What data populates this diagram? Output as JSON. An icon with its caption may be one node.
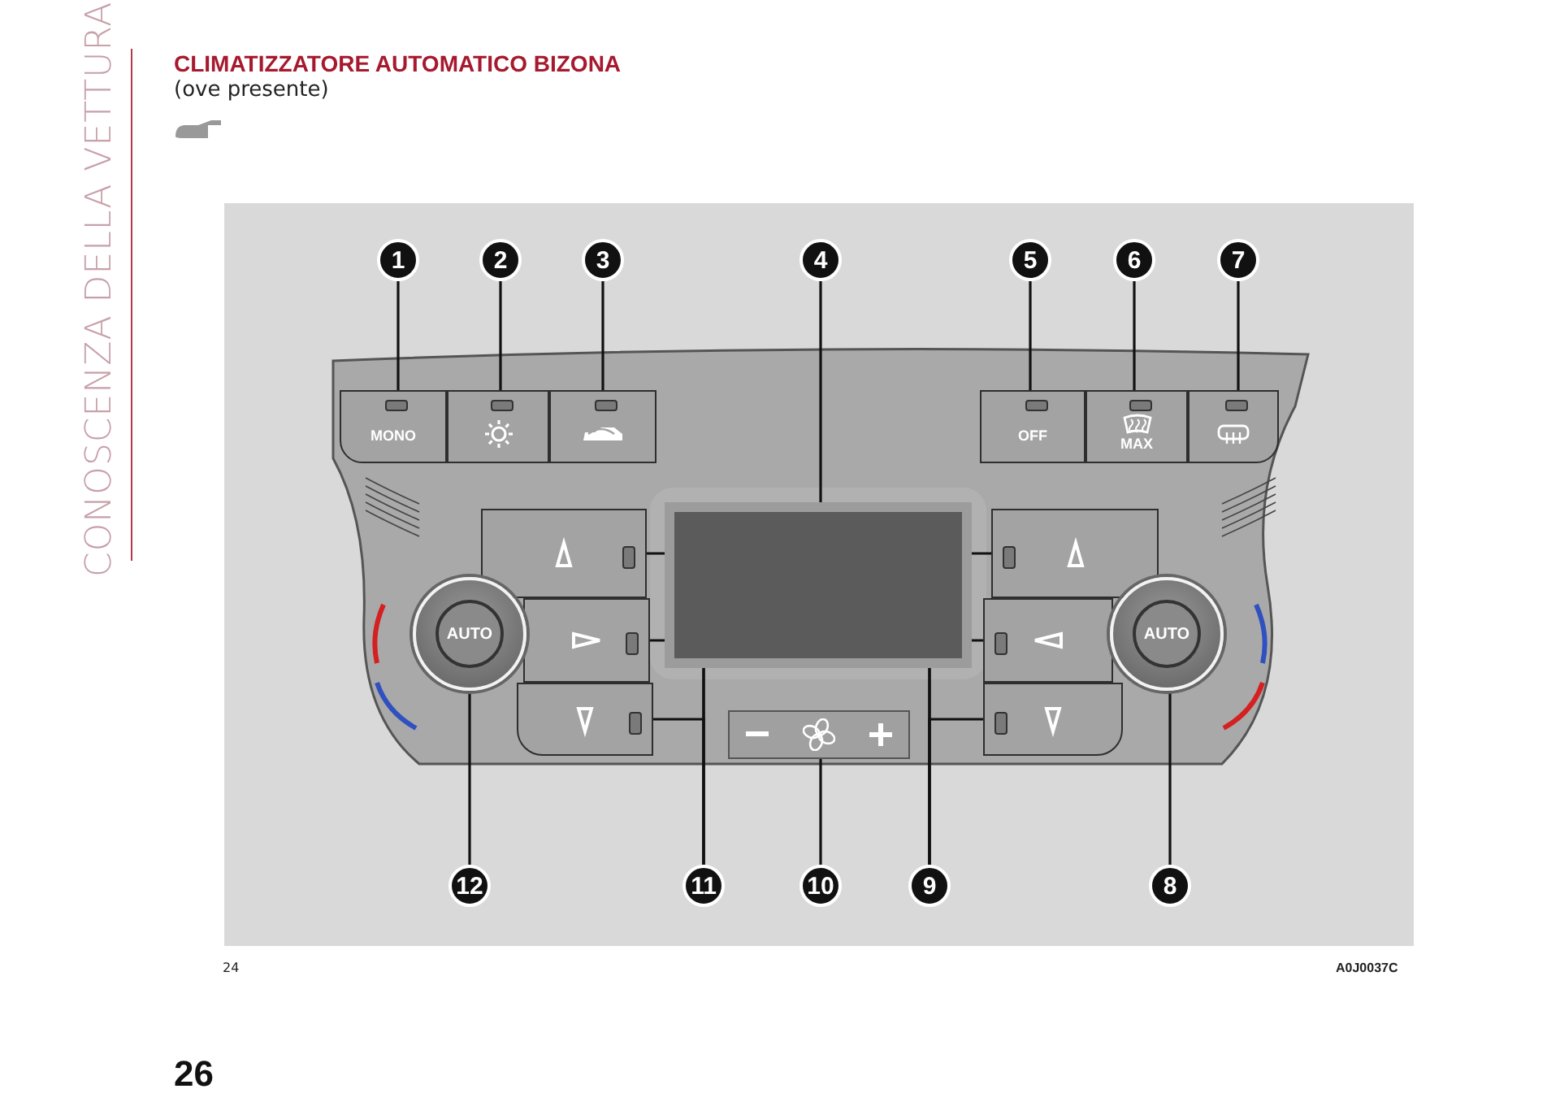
{
  "diagram": {
    "title": "CLIMATIZZATORE AUTOMATICO BIZONA",
    "nodes": [
      {
        "text": [
          "1"
        ]
      },
      {
        "text": [
          "2"
        ]
      },
      {
        "text": [
          "3"
        ]
      },
      {
        "text": [
          "4"
        ]
      },
      {
        "text": [
          "5"
        ]
      },
      {
        "text": [
          "6"
        ]
      },
      {
        "text": [
          "7"
        ]
      },
      {
        "text": [
          "MONO"
        ]
      },
      {
        "text": [],
        "shape": "box"
      },
      {
        "text": [],
        "shape": "box"
      },
      {
        "text": [],
        "shape": "box"
      },
      {
        "text": [
          "OFF"
        ]
      },
      {
        "text": [
          "MAX"
        ]
      },
      {
        "text": [],
        "shape": "box"
      },
      {
        "text": [],
        "shape": "box"
      },
      {
        "text": [],
        "shape": "box"
      },
      {
        "text": [],
        "shape": "box"
      },
      {
        "text": [],
        "shape": "box"
      },
      {
        "text": [],
        "shape": "box"
      },
      {
        "text": [],
        "shape": "box"
      },
      {
        "text": [
          "AUTO"
        ]
      },
      {
        "text": [
          "AUTO"
        ]
      },
      {
        "text": [],
        "shape": "box"
      },
      {
        "text": [
          "12"
        ]
      },
      {
        "text": [
          "11"
        ]
      },
      {
        "text": [
          "10"
        ]
      },
      {
        "text": [
          "9"
        ]
      },
      {
        "text": [
          "8"
        ]
      }
    ],
    "edges": [
      {
        "from": 0,
        "to": 7,
        "arrow": "none"
      },
      {
        "from": 1,
        "to": 8,
        "arrow": "none"
      },
      {
        "from": 2,
        "to": 9,
        "arrow": "none"
      },
      {
        "from": 3,
        "to": 10,
        "arrow": "none"
      },
      {
        "from": 4,
        "to": 11,
        "arrow": "none"
      },
      {
        "from": 5,
        "to": 12,
        "arrow": "none"
      },
      {
        "from": 6,
        "to": 13,
        "arrow": "none"
      },
      {
        "from": 23,
        "to": 20,
        "arrow": "none"
      },
      {
        "from": 24,
        "to": 14,
        "arrow": "none"
      },
      {
        "from": 24,
        "to": 15,
        "arrow": "none"
      },
      {
        "from": 24,
        "to": 16,
        "arrow": "none"
      },
      {
        "from": 25,
        "to": 22,
        "arrow": "none"
      },
      {
        "from": 26,
        "to": 17,
        "arrow": "none"
      },
      {
        "from": 26,
        "to": 18,
        "arrow": "none"
      },
      {
        "from": 26,
        "to": 19,
        "arrow": "none"
      },
      {
        "from": 27,
        "to": 21,
        "arrow": "none"
      }
    ],
    "labels": [
      "CONOSCENZA DELLA VETTURA",
      "(ove presente)",
      "24",
      "A0J0037C",
      "26"
    ]
  }
}
